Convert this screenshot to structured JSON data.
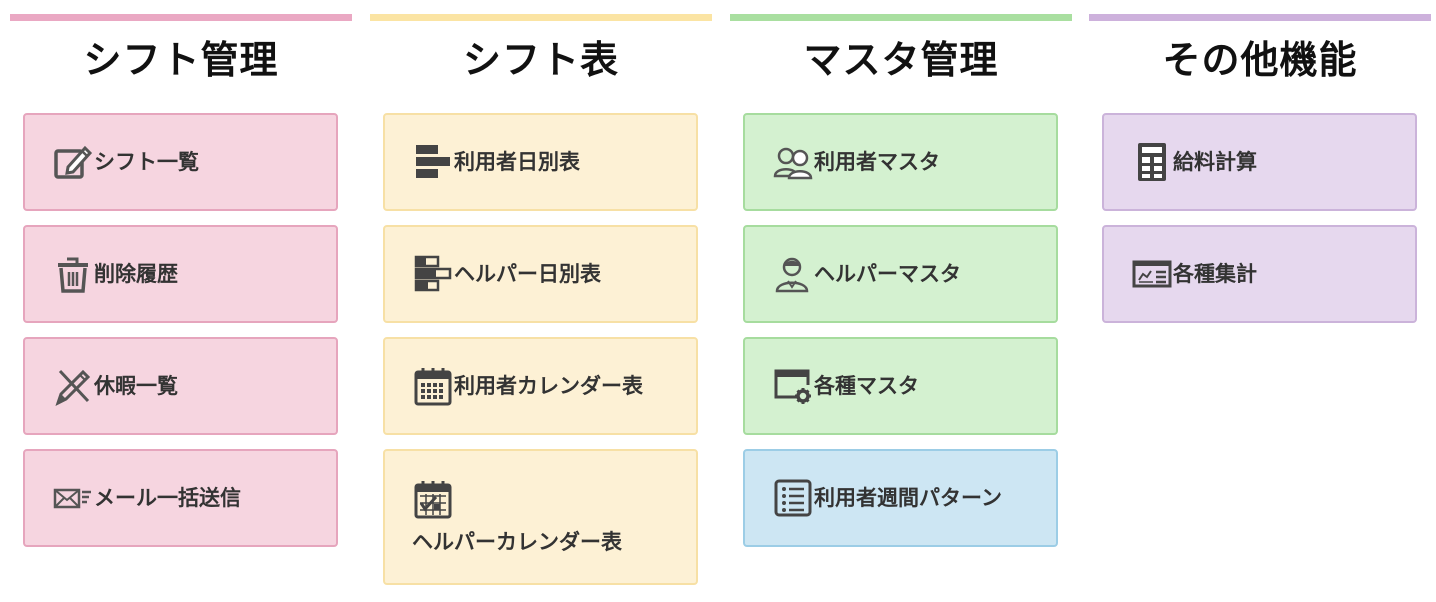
{
  "columns": [
    {
      "title": "シフト管理",
      "bar_color": "#eaa8c3",
      "card_bg": "#f6d5e0",
      "card_border": "#e6a5bd",
      "items": [
        {
          "label": "シフト一覧",
          "icon": "edit-icon"
        },
        {
          "label": "削除履歴",
          "icon": "trash-icon"
        },
        {
          "label": "休暇一覧",
          "icon": "pencil-cross-icon"
        },
        {
          "label": "メール一括送信",
          "icon": "mail-icon"
        }
      ]
    },
    {
      "title": "シフト表",
      "bar_color": "#fbe4a3",
      "card_bg": "#fdf1d5",
      "card_border": "#f7e0a5",
      "items": [
        {
          "label": "利用者日別表",
          "icon": "gantt-icon"
        },
        {
          "label": "ヘルパー日別表",
          "icon": "gantt-outline-icon"
        },
        {
          "label": "利用者カレンダー表",
          "icon": "calendar-icon"
        },
        {
          "label": "ヘルパーカレンダー表",
          "icon": "calendar-check-icon"
        }
      ]
    },
    {
      "title": "マスタ管理",
      "bar_color": "#a9dfa0",
      "card_bg": "#d4f1d0",
      "card_border": "#a6dc9e",
      "items": [
        {
          "label": "利用者マスタ",
          "icon": "users-icon"
        },
        {
          "label": "ヘルパーマスタ",
          "icon": "helper-icon"
        },
        {
          "label": "各種マスタ",
          "icon": "window-gear-icon"
        },
        {
          "label": "利用者週間パターン",
          "icon": "list-icon",
          "card_bg": "#cde6f3",
          "card_border": "#9ccde6"
        }
      ]
    },
    {
      "title": "その他機能",
      "bar_color": "#cdb1dc",
      "card_bg": "#e6d8ee",
      "card_border": "#cbb3da",
      "items": [
        {
          "label": "給料計算",
          "icon": "calculator-icon"
        },
        {
          "label": "各種集計",
          "icon": "chart-board-icon"
        }
      ]
    }
  ]
}
